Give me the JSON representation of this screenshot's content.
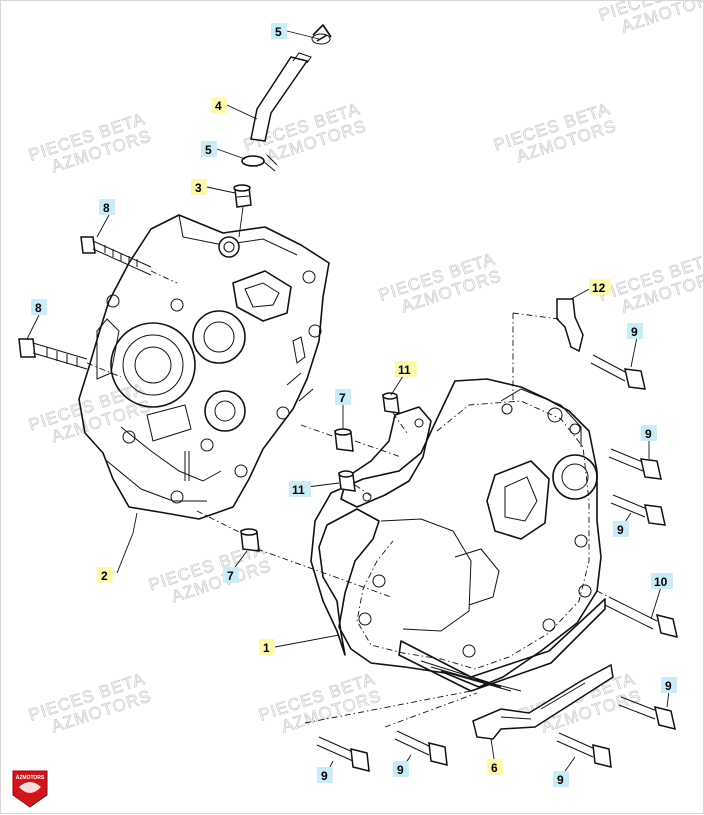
{
  "watermark": {
    "line1": "PIECES BETA",
    "line2": "AZMOTORS"
  },
  "logo": {
    "text": "AZMOTORS",
    "color": "#d0161d"
  },
  "callouts": {
    "c1": "1",
    "c2": "2",
    "c3": "3",
    "c4": "4",
    "c5a": "5",
    "c5b": "5",
    "c6": "6",
    "c7a": "7",
    "c7b": "7",
    "c8a": "8",
    "c8b": "8",
    "c9a": "9",
    "c9b": "9",
    "c9c": "9",
    "c9d": "9",
    "c9e": "9",
    "c9f": "9",
    "c9g": "9",
    "c10": "10",
    "c11a": "11",
    "c11b": "11",
    "c12": "12"
  },
  "colors": {
    "yellow_tag": "#fff9b0",
    "blue_tag": "#c9ecf7",
    "line": "#111111"
  }
}
